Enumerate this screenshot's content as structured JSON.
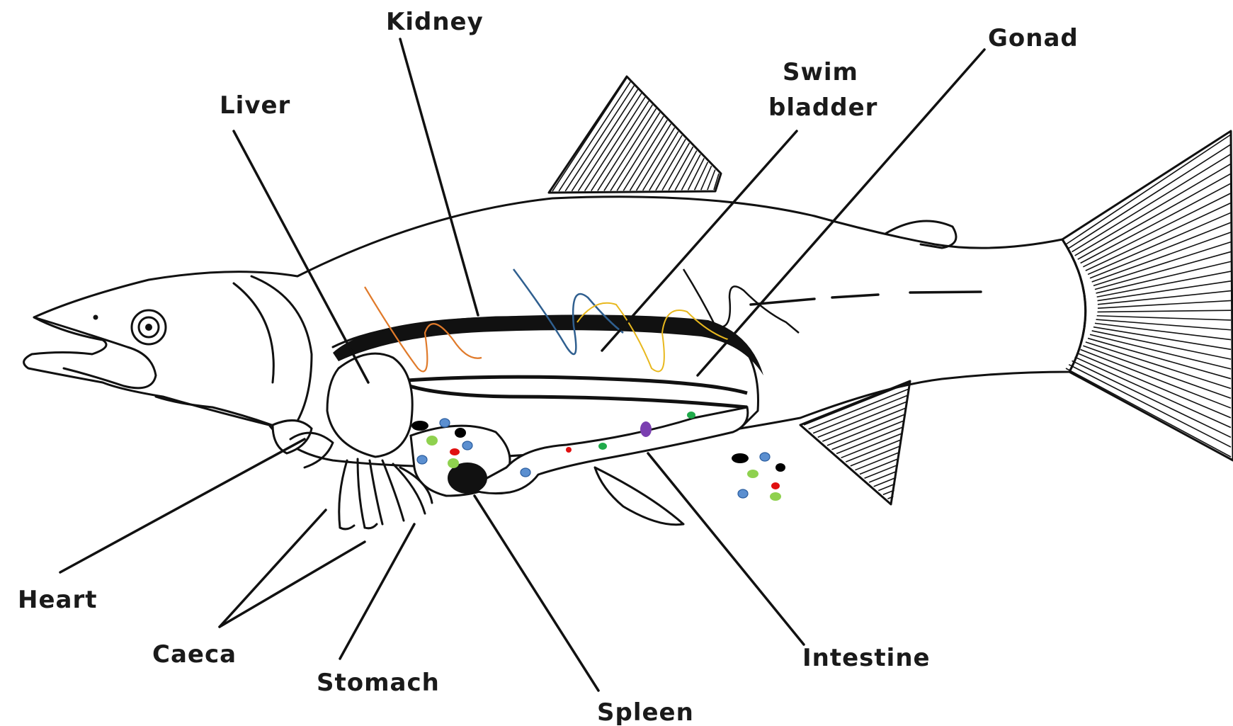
{
  "labels": {
    "kidney": "Kidney",
    "gonad": "Gonad",
    "liver": "Liver",
    "swim_bladder_line1": "Swim",
    "swim_bladder_line2": "bladder",
    "heart": "Heart",
    "caeca": "Caeca",
    "stomach": "Stomach",
    "spleen": "Spleen",
    "intestine": "Intestine"
  },
  "colors": {
    "ink": "#111111",
    "wave_orange": "#e07a2a",
    "wave_blue": "#2f5f8f",
    "wave_yellow": "#e8b81e",
    "wave_black": "#111111",
    "dot_blue": "#5b8fd0",
    "dot_green_light": "#8fd14f",
    "dot_green": "#1faa4a",
    "dot_red": "#e01010",
    "dot_purple": "#7a3fb0",
    "dot_black": "#000000"
  }
}
